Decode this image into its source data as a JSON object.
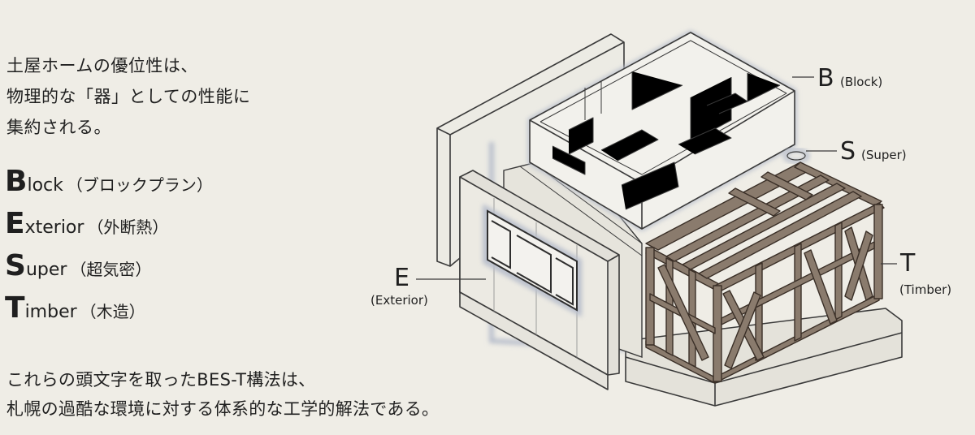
{
  "intro_lines": [
    "土屋ホームの優位性は、",
    "物理的な「器」としての性能に",
    "集約される。"
  ],
  "terms": [
    {
      "initial": "B",
      "rest": "lock",
      "note": "（ブロックプラン）"
    },
    {
      "initial": "E",
      "rest": "xterior",
      "note": "（外断熱）"
    },
    {
      "initial": "S",
      "rest": "uper",
      "note": "（超気密）"
    },
    {
      "initial": "T",
      "rest": "imber",
      "note": "（木造）"
    }
  ],
  "summary_lines": [
    "これらの頭文字を取ったBES-T構法は、",
    "札幌の過酷な環境に対する体系的な工学的解法である。"
  ],
  "callouts": {
    "block": {
      "letter": "B",
      "label": "(Block)"
    },
    "super": {
      "letter": "S",
      "label": "(Super)"
    },
    "exterior": {
      "letter": "E",
      "label": "(Exterior)"
    },
    "timber": {
      "letter": "T",
      "label": "(Timber)"
    }
  },
  "colors": {
    "background": "#efede6",
    "line": "#3a3a3a",
    "timber": "#7d6e60",
    "wall_face": "#e9e7e0",
    "glow": "#b9bfcc"
  }
}
